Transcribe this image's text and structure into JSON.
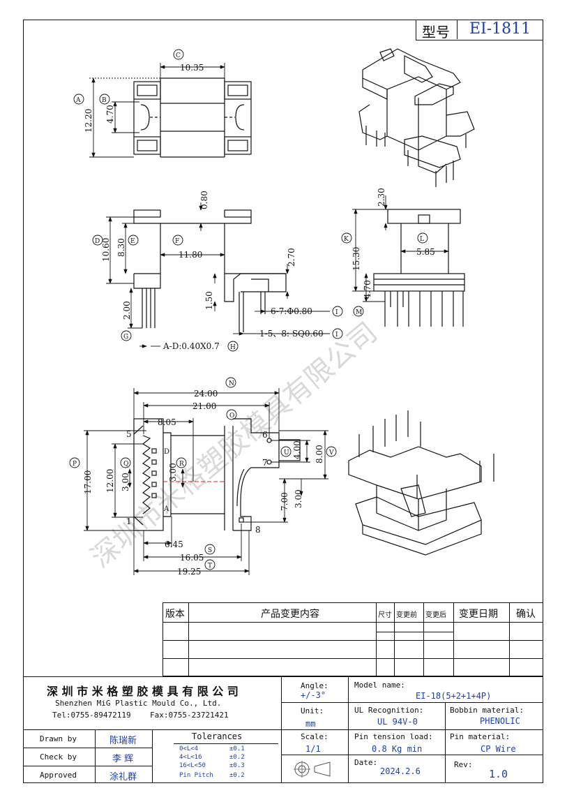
{
  "title_block": {
    "model_label": "型号",
    "model_value": "EI-1811"
  },
  "views": {
    "top": {
      "dims": {
        "c": "10.35",
        "a": "12.20",
        "b": "4.70"
      },
      "callouts": {
        "a": "A",
        "b": "B",
        "c": "C"
      }
    },
    "front": {
      "dims": {
        "top": "0.80",
        "d": "10.60",
        "e": "8.30",
        "f": "11.80",
        "h27": "2.70",
        "h15": "1.50",
        "pin": "2.00",
        "pin67": "6-7:Φ0.80",
        "pin15": "1-5、8: SQ0.60",
        "pinAD": "A-D:0.40X0.7"
      },
      "callouts": {
        "d": "D",
        "e": "E",
        "f": "F",
        "g": "G",
        "h": "H",
        "i1": "I",
        "i2": "I"
      }
    },
    "side": {
      "dims": {
        "t": "2.30",
        "k": "15.30",
        "l": "5.85",
        "m": "4.70"
      },
      "callouts": {
        "k": "K",
        "l": "L",
        "m": "M"
      }
    },
    "bottom": {
      "dims": {
        "n": "24.00",
        "w21": "21.00",
        "w805": "8.05",
        "u": "4.00",
        "v": "8.00",
        "p": "17.00",
        "q": "12.00",
        "r": "3.00",
        "rr": "3.00",
        "s7": "7.00",
        "s3": "3.00",
        "w645": "6.45",
        "s": "16.05",
        "t": "19.25"
      },
      "callouts": {
        "n": "N",
        "o": "O",
        "p": "P",
        "q": "Q",
        "r": "R",
        "s": "S",
        "t": "T",
        "u": "U",
        "v": "V"
      },
      "pins": {
        "p5": "5",
        "p6": "6",
        "p7": "7",
        "p8": "8",
        "p1": "1",
        "pd": "D",
        "pa": "A"
      }
    }
  },
  "revision_table": {
    "headers": [
      "版本",
      "产品变更内容",
      "尺寸",
      "变更前",
      "变更后",
      "变更日期",
      "确认"
    ]
  },
  "company": {
    "name_cn": "深 圳 市 米 格 塑 胶 模 具 有 限 公 司",
    "name_en": "Shenzhen MiG Plastic Mould Co., Ltd.",
    "tel": "Tel:0755-89472119",
    "fax": "Fax:0755-23721421"
  },
  "spec": {
    "angle_label": "Angle:",
    "angle_value": "+/-3°",
    "unit_label": "Unit:",
    "unit_value": "mm",
    "scale_label": "Scale:",
    "scale_value": "1/1",
    "model_name_label": "Model name:",
    "model_name_value": "EI-18(5+2+1+4P)",
    "ul_label": "UL Recognition:",
    "ul_value": "UL 94V-0",
    "bobbin_label": "Bobbin material:",
    "bobbin_value": "PHENOLIC",
    "tension_label": "Pin tension load:",
    "tension_value": "0.8 Kg min",
    "pin_material_label": "Pin material:",
    "pin_material_value": "CP Wire",
    "date_label": "Date:",
    "date_value": "2024.2.6",
    "rev_label": "Rev:",
    "rev_value": "1.0"
  },
  "approvals": {
    "drawn_label": "Drawn by",
    "drawn_value": "陈瑞新",
    "check_label": "Check by",
    "check_value": "李 辉",
    "approved_label": "Approved",
    "approved_value": "涂礼群",
    "tolerances_title": "Tolerances",
    "tolerances": [
      {
        "range": "0<L<4",
        "tol": "±0.1"
      },
      {
        "range": "4<L<16",
        "tol": "±0.2"
      },
      {
        "range": "16<L<50",
        "tol": "±0.3"
      },
      {
        "range": "Pin Pitch",
        "tol": "±0.2"
      }
    ]
  },
  "watermark": "深圳市米格塑胶模具有限公司",
  "colors": {
    "line": "#111111",
    "accent_blue": "#1a3fb0",
    "center_red": "#e02020"
  }
}
